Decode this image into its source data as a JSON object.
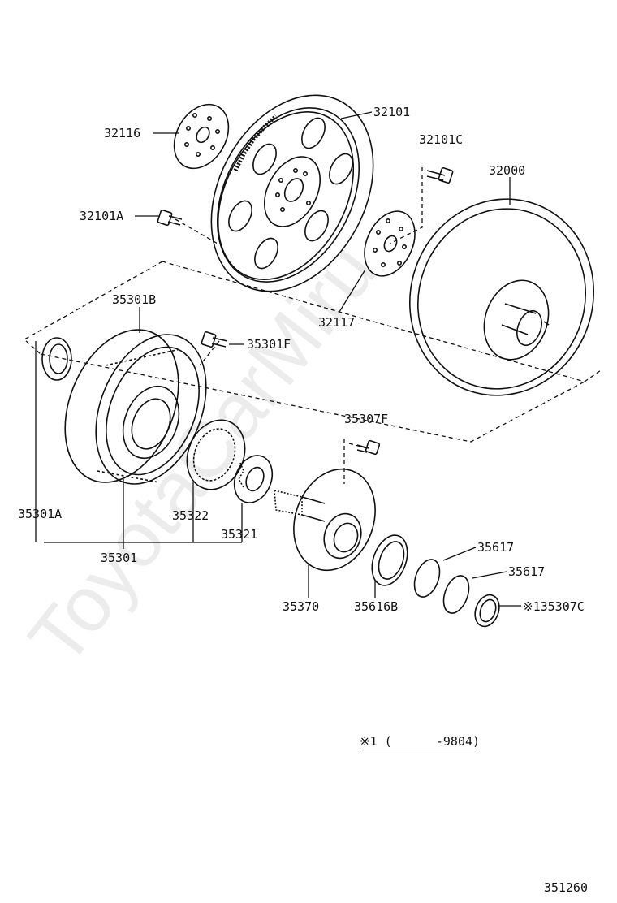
{
  "labels": {
    "p32116": "32116",
    "p32101": "32101",
    "p32101C": "32101C",
    "p32000": "32000",
    "p32101A": "32101A",
    "p32117": "32117",
    "p35301B": "35301B",
    "p35301F": "35301F",
    "p35307F": "35307F",
    "p35301A": "35301A",
    "p35322": "35322",
    "p35321": "35321",
    "p35301": "35301",
    "p35617a": "35617",
    "p35617b": "35617",
    "p35370": "35370",
    "p35616B": "35616B",
    "p135307C": "※135307C"
  },
  "note": "※1 (      -9804)",
  "figure_number": "351260",
  "watermark": "ToyotaCarMiru"
}
